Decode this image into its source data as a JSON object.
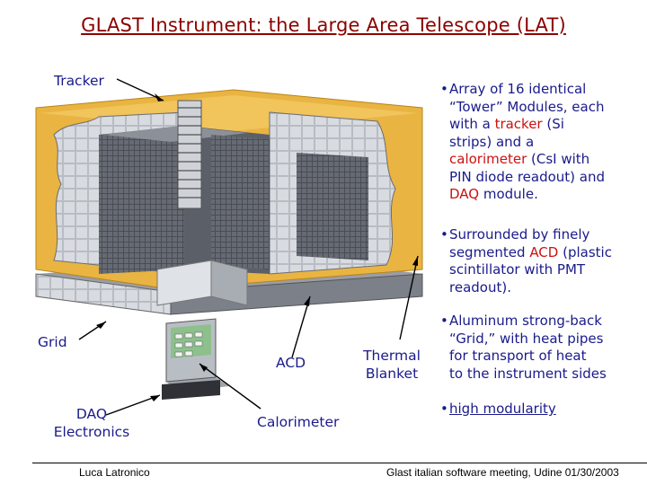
{
  "slide": {
    "title": "GLAST Instrument: the Large Area Telescope (LAT)",
    "labels": {
      "tracker": "Tracker",
      "grid": "Grid",
      "daq_line1": "DAQ",
      "daq_line2": "Electronics",
      "acd": "ACD",
      "thermal_line1": "Thermal",
      "thermal_line2": "Blanket",
      "calorimeter": "Calorimeter"
    },
    "bullets": {
      "b1_l1": "Array of 16 identical",
      "b1_l2": "“Tower” Modules, each",
      "b1_l3a": "with a ",
      "b1_l3b": "tracker",
      "b1_l3c": " (Si",
      "b1_l4": "strips) and a",
      "b1_l5a": "calorimeter",
      "b1_l5b": " (CsI with",
      "b1_l6": "PIN diode readout) and",
      "b1_l7a": "DAQ",
      "b1_l7b": " module.",
      "b2_l1": "Surrounded by finely",
      "b2_l2a": "segmented ",
      "b2_l2b": "ACD",
      "b2_l2c": " (plastic",
      "b2_l3": "scintillator with PMT",
      "b2_l4": "readout).",
      "b3_l1": "Aluminum strong-back",
      "b3_l2": "“Grid,” with heat pipes",
      "b3_l3": "for transport of heat",
      "b3_l4": "to the instrument sides",
      "b4_l1": "high modularity"
    },
    "footer": {
      "author": "Luca Latronico",
      "meeting": "Glast italian software meeting, Udine 01/30/2003"
    }
  }
}
